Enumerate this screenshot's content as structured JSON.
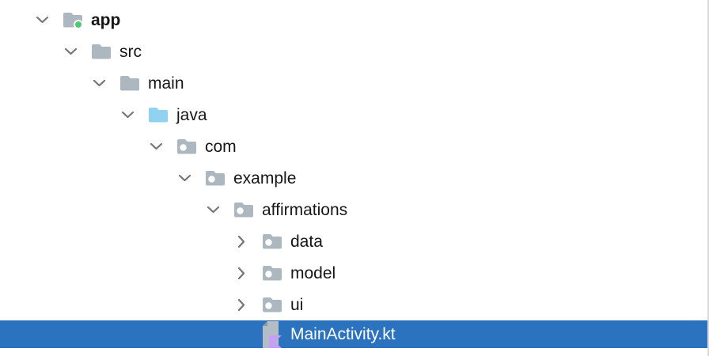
{
  "colors": {
    "selection_blue": "#2B72BF",
    "folder_gray": "#ACB7C0",
    "source_folder_blue": "#90D2F0",
    "module_dot_green": "#4ECB71",
    "package_dot_white": "#FFFFFF",
    "chevron_gray": "#757575",
    "kotlin_page_gray": "#B3BDC5",
    "kotlin_fold_gray": "#8E99A1",
    "kotlin_mark_purple": "#C79FF5",
    "text_black": "#161616",
    "selected_text_white": "#FFFFFF",
    "panel_border": "#DADADA"
  },
  "tree": {
    "rows": [
      {
        "label": "app",
        "level": 0,
        "state": "expanded",
        "icon": "android-module-folder",
        "bold": true,
        "selected": false
      },
      {
        "label": "src",
        "level": 1,
        "state": "expanded",
        "icon": "folder",
        "bold": false,
        "selected": false
      },
      {
        "label": "main",
        "level": 2,
        "state": "expanded",
        "icon": "folder",
        "bold": false,
        "selected": false
      },
      {
        "label": "java",
        "level": 3,
        "state": "expanded",
        "icon": "source-folder",
        "bold": false,
        "selected": false
      },
      {
        "label": "com",
        "level": 4,
        "state": "expanded",
        "icon": "package",
        "bold": false,
        "selected": false
      },
      {
        "label": "example",
        "level": 5,
        "state": "expanded",
        "icon": "package",
        "bold": false,
        "selected": false
      },
      {
        "label": "affirmations",
        "level": 6,
        "state": "expanded",
        "icon": "package",
        "bold": false,
        "selected": false
      },
      {
        "label": "data",
        "level": 7,
        "state": "collapsed",
        "icon": "package",
        "bold": false,
        "selected": false
      },
      {
        "label": "model",
        "level": 7,
        "state": "collapsed",
        "icon": "package",
        "bold": false,
        "selected": false
      },
      {
        "label": "ui",
        "level": 7,
        "state": "collapsed",
        "icon": "package",
        "bold": false,
        "selected": false
      },
      {
        "label": "MainActivity.kt",
        "level": 7,
        "state": "leaf",
        "icon": "kotlin-file",
        "bold": false,
        "selected": true
      }
    ]
  }
}
